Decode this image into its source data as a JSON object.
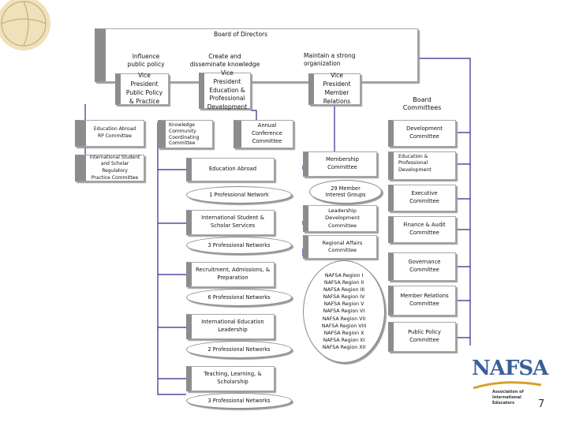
{
  "board": {
    "title": "Board of Directors",
    "influence": "Influence\npublic policy",
    "create": "Create and\ndisseminate knowledge",
    "maintain": "Maintain a strong\norganization",
    "committees_label": "Board\nCommittees"
  },
  "vice_presidents": [
    {
      "label": "Vice President\nPublic Policy\n& Practice"
    },
    {
      "label": "Vice President\nEducation &\nProfessional\nDevelopment"
    },
    {
      "label": "Vice President\nMember\nRelations"
    }
  ],
  "public_policy_committees": [
    {
      "label": "Education Abroad\nRP Committee"
    },
    {
      "label": "International Student\nand Scholar Regulatory\nPractice Committee"
    }
  ],
  "education": {
    "knowledge_committee": "Knowledge\nCommunity\nCoordinating\nCommittee",
    "annual_conference": "Annual Conference\nCommittee",
    "communities": [
      {
        "name": "Education Abroad",
        "network": "1 Professional Network"
      },
      {
        "name": "International Student &\nScholar Services",
        "network": "3 Professional Networks"
      },
      {
        "name": "Recruitment, Admissions, &\nPreparation",
        "network": "6 Professional Networks"
      },
      {
        "name": "International Education\nLeadership",
        "network": "2 Professional Networks"
      },
      {
        "name": "Teaching, Learning, &\nScholarship",
        "network": "3 Professional Networks"
      }
    ]
  },
  "member_relations": {
    "membership": "Membership\nCommittee",
    "interest_groups": "29 Member\nInterest Groups",
    "leadership": "Leadership\nDevelopment\nCommittee",
    "regional": "Regional Affairs\nCommittee",
    "regions": [
      "NAFSA Region I",
      "NAFSA Region II",
      "NAFSA Region III",
      "NAFSA Region IV",
      "NAFSA Region V",
      "NAFSA Region VI",
      "NAFSA Region VII",
      "NAFSA Region VIII",
      "NAFSA Region X",
      "NAFSA Region XI",
      "NAFSA Region XII"
    ]
  },
  "board_committees": [
    {
      "label": "Development\nCommittee"
    },
    {
      "label": "Education &\nProfessional\nDevelopment"
    },
    {
      "label": "Executive\nCommittee"
    },
    {
      "label": "Finance & Audit\nCommittee"
    },
    {
      "label": "Governance\nCommittee"
    },
    {
      "label": "Member Relations\nCommittee"
    },
    {
      "label": "Public Policy\nCommittee"
    }
  ],
  "logo": {
    "word": "NAFSA",
    "tagline": "Association of\nInternational Educators"
  },
  "page_number": "7",
  "colors": {
    "box_border": "#a8a8a8",
    "box_shade": "#8c8c8c",
    "lines": "#2a2a8a",
    "logo_blue": "#3a5f9a",
    "logo_gold": "#d7a12a"
  }
}
